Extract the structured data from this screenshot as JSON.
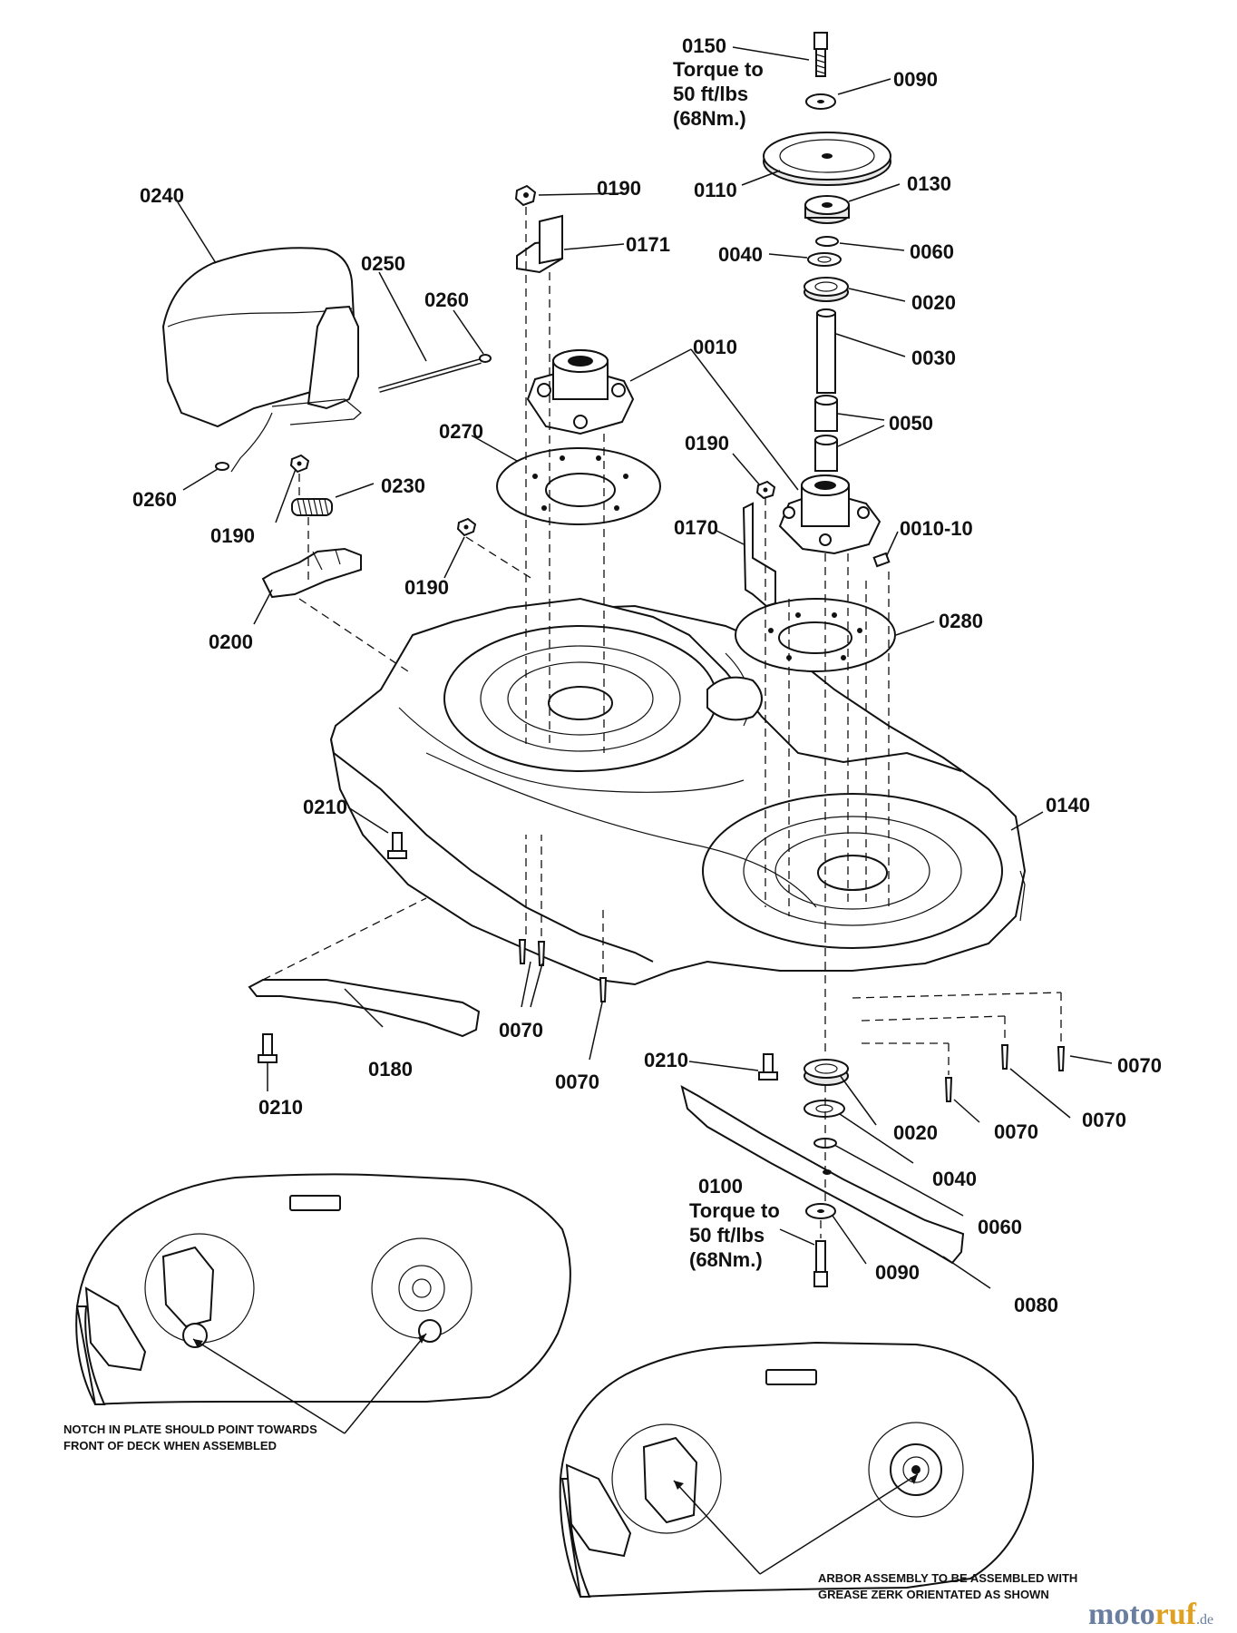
{
  "labels": {
    "l0150": "0150",
    "torque_top_1": "Torque to",
    "torque_top_2": "50 ft/lbs",
    "torque_top_3": "(68Nm.)",
    "l0090_top": "0090",
    "l0110": "0110",
    "l0130": "0130",
    "l0040_top": "0040",
    "l0060_top": "0060",
    "l0020_top": "0020",
    "l0030": "0030",
    "l0050": "0050",
    "l0010_10": "0010-10",
    "l0280": "0280",
    "l0140": "0140",
    "l0240": "0240",
    "l0250": "0250",
    "l0260_a": "0260",
    "l0260_b": "0260",
    "l0190_a": "0190",
    "l0190_b": "0190",
    "l0190_c": "0190",
    "l0190_d": "0190",
    "l0171": "0171",
    "l0170": "0170",
    "l0010": "0010",
    "l0270": "0270",
    "l0230": "0230",
    "l0200": "0200",
    "l0210_a": "0210",
    "l0210_b": "0210",
    "l0210_c": "0210",
    "l0180": "0180",
    "l0070_a": "0070",
    "l0070_b": "0070",
    "l0070_c": "0070",
    "l0070_d": "0070",
    "l0070_e": "0070",
    "l0020_bot": "0020",
    "l0040_bot": "0040",
    "l0060_bot": "0060",
    "l0080": "0080",
    "l0090_bot": "0090",
    "l0100": "0100",
    "torque_bot_1": "Torque to",
    "torque_bot_2": "50 ft/lbs",
    "torque_bot_3": "(68Nm.)"
  },
  "notes": {
    "notch_1": "NOTCH IN PLATE SHOULD POINT TOWARDS",
    "notch_2": "FRONT OF DECK WHEN ASSEMBLED",
    "arbor_1": "ARBOR ASSEMBLY TO BE ASSEMBLED WITH",
    "arbor_2": "GREASE ZERK ORIENTATED AS SHOWN"
  },
  "watermark": {
    "part1": "moto",
    "part2": "ruf",
    "suffix": ".de"
  }
}
